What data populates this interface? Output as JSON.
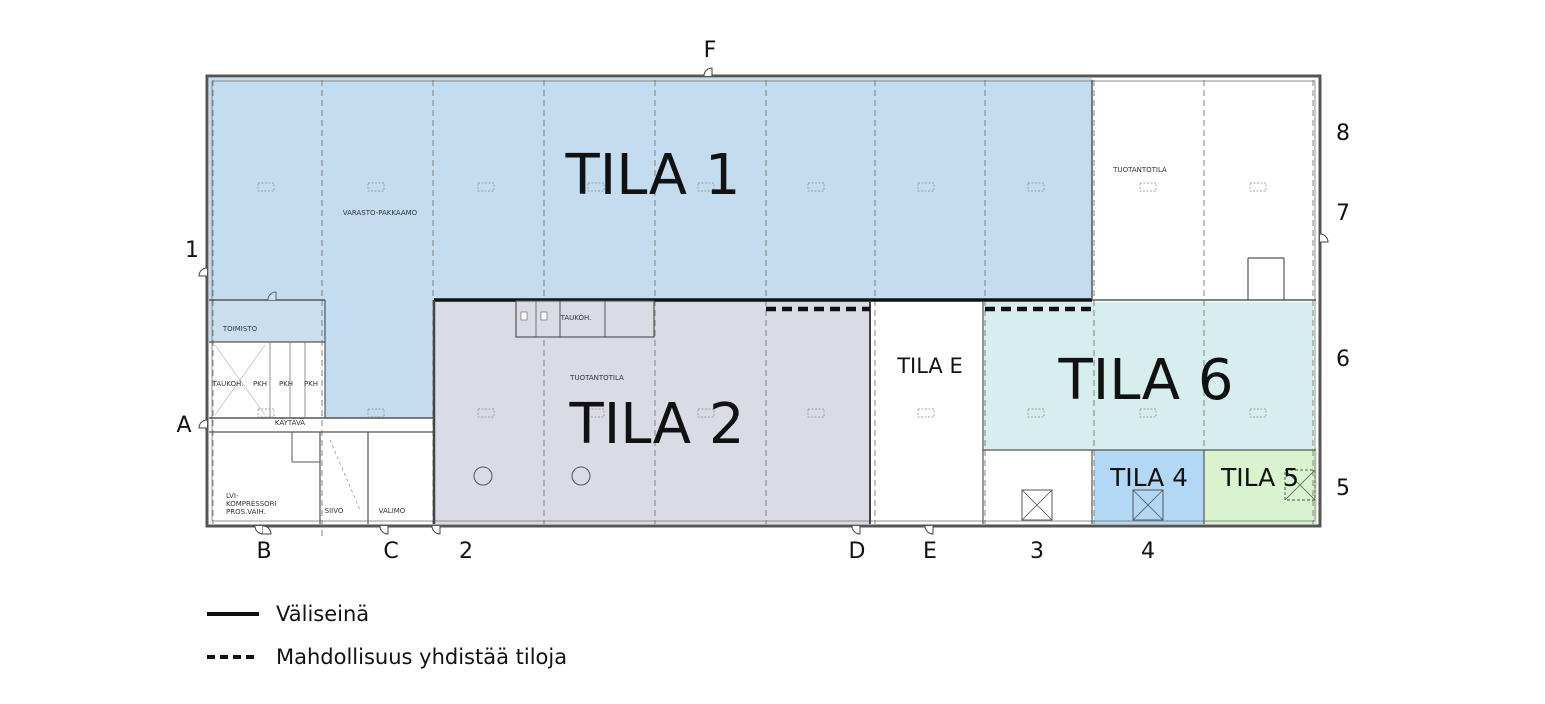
{
  "zone_colors": {
    "tila1": "#c3dcef",
    "tila2": "#dbdbe6",
    "tila6": "#d6eeee",
    "tila4": "#b2d8f5",
    "tila5": "#d8f3cd"
  },
  "zones": {
    "tila1": "TILA 1",
    "tila2": "TILA 2",
    "tila_e": "TILA E",
    "tila6": "TILA 6",
    "tila4": "TILA 4",
    "tila5": "TILA 5"
  },
  "doors": {
    "f": "F",
    "one": "1",
    "a": "A",
    "b": "B",
    "c": "C",
    "two": "2",
    "d": "D",
    "e": "E",
    "three": "3",
    "four": "4",
    "five": "5",
    "six": "6",
    "seven": "7",
    "eight": "8"
  },
  "room_labels": {
    "varasto": "VARASTO-PAKKAAMO",
    "tuotanto_top": "TUOTANTOTILA",
    "tuotanto_mid": "TUOTANTOTILA",
    "toimisto": "TOIMISTO",
    "tauko_left": "TAUKOH.",
    "tauko_mid": "TAUKOH.",
    "pkh1": "PKH",
    "pkh2": "PKH",
    "pkh3": "PKH",
    "kaytava": "KÄYTÄVÄ",
    "lvi": "LVI-\nKOMPRESSORI\nPROS.VAIH.",
    "siivo": "SIIVO",
    "valimo": "VALIMO"
  },
  "legend": {
    "solid_label": "Väliseinä",
    "dashed_label": "Mahdollisuus yhdistää tiloja"
  }
}
